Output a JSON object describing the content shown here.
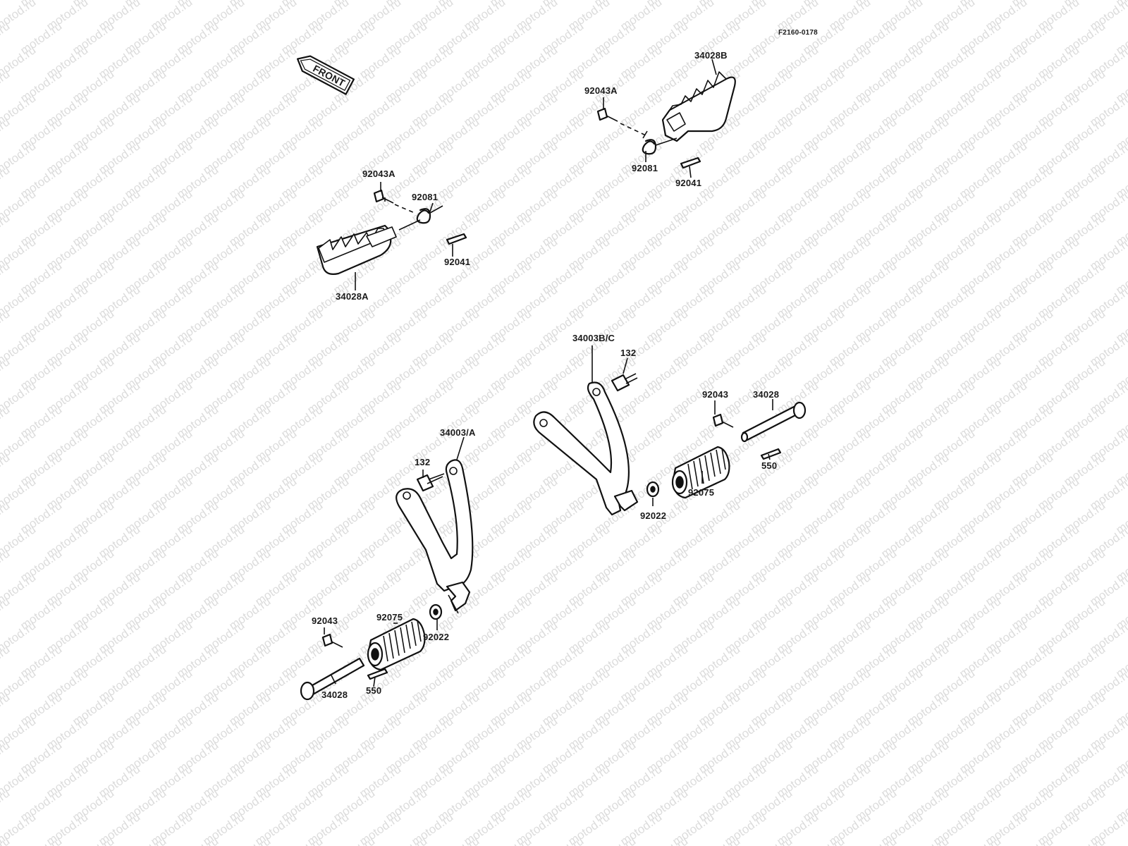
{
  "watermark": "motod.ru",
  "figure_code": "F2160-0178",
  "front_arrow_text": "FRONT",
  "labels": {
    "upper_left": {
      "bolt": "92043A",
      "spring": "92081",
      "pin": "92041",
      "footpeg": "34028A"
    },
    "upper_right": {
      "footpeg": "34028B",
      "bolt": "92043A",
      "spring": "92081",
      "pin": "92041"
    },
    "lower_left": {
      "bracket": "34003/A",
      "bolt": "132",
      "rubber": "92075",
      "washer": "92022",
      "pin_bolt": "92043",
      "peg_shaft": "34028",
      "cotter": "550"
    },
    "lower_right": {
      "bracket": "34003B/C",
      "bolt": "132",
      "pin_bolt": "92043",
      "peg_shaft": "34028",
      "cotter": "550",
      "rubber": "92075",
      "washer": "92022"
    }
  }
}
